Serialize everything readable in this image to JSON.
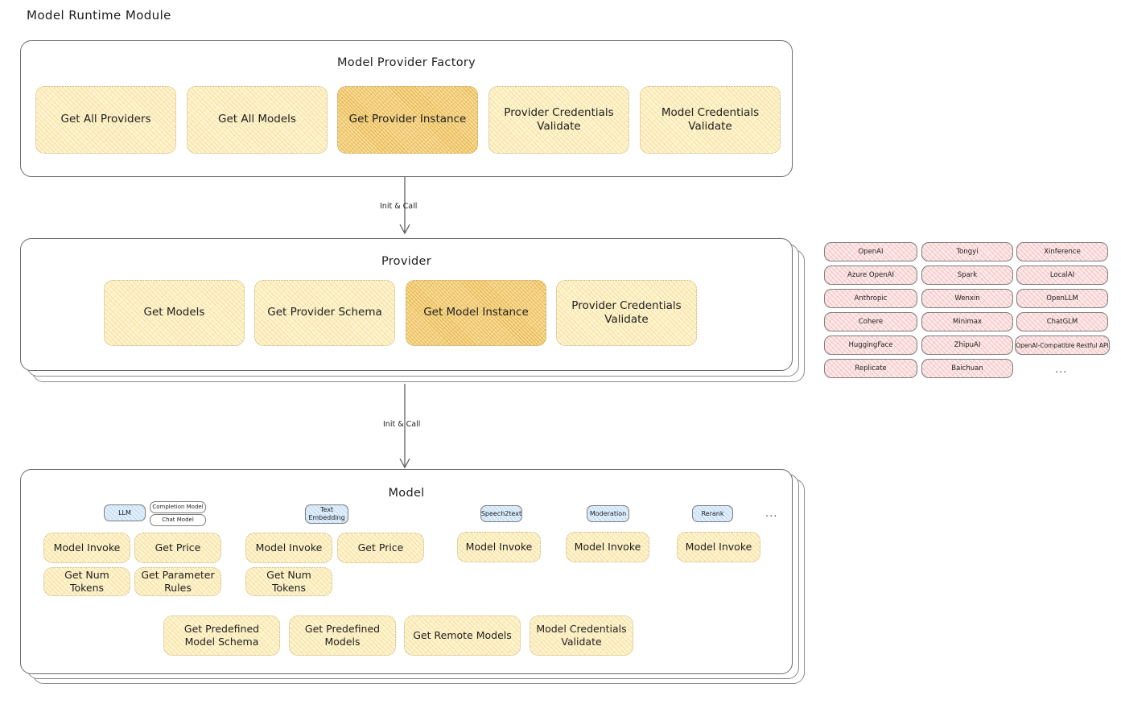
{
  "page": {
    "title": "Model Runtime Module",
    "accent_highlight": "#f8dda0",
    "accent_node": "#fdf4d3",
    "accent_provider_chip": "#fdeaea",
    "accent_tag": "#dfeefc"
  },
  "arrows": [
    {
      "label": "Init & Call"
    },
    {
      "label": "Init & Call"
    }
  ],
  "factory": {
    "title": "Model Provider Factory",
    "nodes": [
      {
        "label": "Get All Providers",
        "highlight": false
      },
      {
        "label": "Get All Models",
        "highlight": false
      },
      {
        "label": "Get Provider Instance",
        "highlight": true
      },
      {
        "label": "Provider Credentials Validate",
        "highlight": false
      },
      {
        "label": "Model Credentials Validate",
        "highlight": false
      }
    ]
  },
  "provider": {
    "title": "Provider",
    "nodes": [
      {
        "label": "Get Models",
        "highlight": false
      },
      {
        "label": "Get Provider Schema",
        "highlight": false
      },
      {
        "label": "Get Model Instance",
        "highlight": true
      },
      {
        "label": "Provider Credentials Validate",
        "highlight": false
      }
    ]
  },
  "provider_list": {
    "columns": [
      [
        "OpenAI",
        "Azure OpenAI",
        "Anthropic",
        "Cohere",
        "HuggingFace",
        "Replicate"
      ],
      [
        "Tongyi",
        "Spark",
        "Wenxin",
        "Minimax",
        "ZhipuAI",
        "Baichuan"
      ],
      [
        "Xinference",
        "LocalAI",
        "OpenLLM",
        "ChatGLM",
        "OpenAI-Compatible Restful API"
      ]
    ],
    "more": "..."
  },
  "model": {
    "title": "Model",
    "more": "...",
    "groups": [
      {
        "tag": "LLM",
        "subtags": [
          "Completion Model",
          "Chat Model"
        ],
        "nodes": [
          {
            "label": "Model Invoke",
            "highlight": true
          },
          {
            "label": "Get Price",
            "highlight": false
          },
          {
            "label": "Get Num Tokens",
            "highlight": false
          },
          {
            "label": "Get Parameter Rules",
            "highlight": false
          }
        ]
      },
      {
        "tag": "Text Embedding",
        "subtags": [],
        "nodes": [
          {
            "label": "Model Invoke",
            "highlight": true
          },
          {
            "label": "Get Price",
            "highlight": false
          },
          {
            "label": "Get Num Tokens",
            "highlight": false
          }
        ]
      },
      {
        "tag": "Speech2text",
        "subtags": [],
        "nodes": [
          {
            "label": "Model Invoke",
            "highlight": true
          }
        ]
      },
      {
        "tag": "Moderation",
        "subtags": [],
        "nodes": [
          {
            "label": "Model Invoke",
            "highlight": true
          }
        ]
      },
      {
        "tag": "Rerank",
        "subtags": [],
        "nodes": [
          {
            "label": "Model Invoke",
            "highlight": true
          }
        ]
      }
    ],
    "common_nodes": [
      {
        "label": "Get Predefined Model Schema"
      },
      {
        "label": "Get Predefined Models"
      },
      {
        "label": "Get Remote Models"
      },
      {
        "label": "Model Credentials Validate"
      }
    ]
  }
}
